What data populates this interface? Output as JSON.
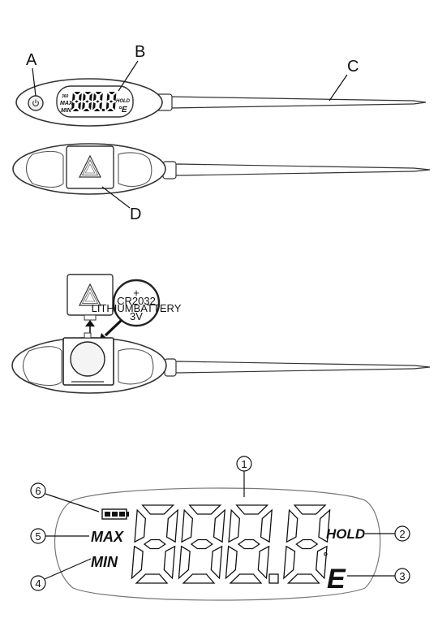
{
  "labels": {
    "A": "A",
    "B": "B",
    "C": "C",
    "D": "D"
  },
  "small_lcd": {
    "digits": "888.8",
    "max": "MAX",
    "min": "MIN",
    "hold": "HOLD",
    "unit": "°E",
    "tiny": "360"
  },
  "battery": {
    "plus": "+",
    "model": "CR2032",
    "type": "LITHIUMBATTERY",
    "voltage": "3V"
  },
  "large_lcd": {
    "digits": "888.8",
    "max": "MAX",
    "min": "MIN",
    "hold": "HOLD",
    "degree": "°",
    "unit": "E"
  },
  "callouts": [
    "1",
    "2",
    "3",
    "4",
    "5",
    "6"
  ]
}
